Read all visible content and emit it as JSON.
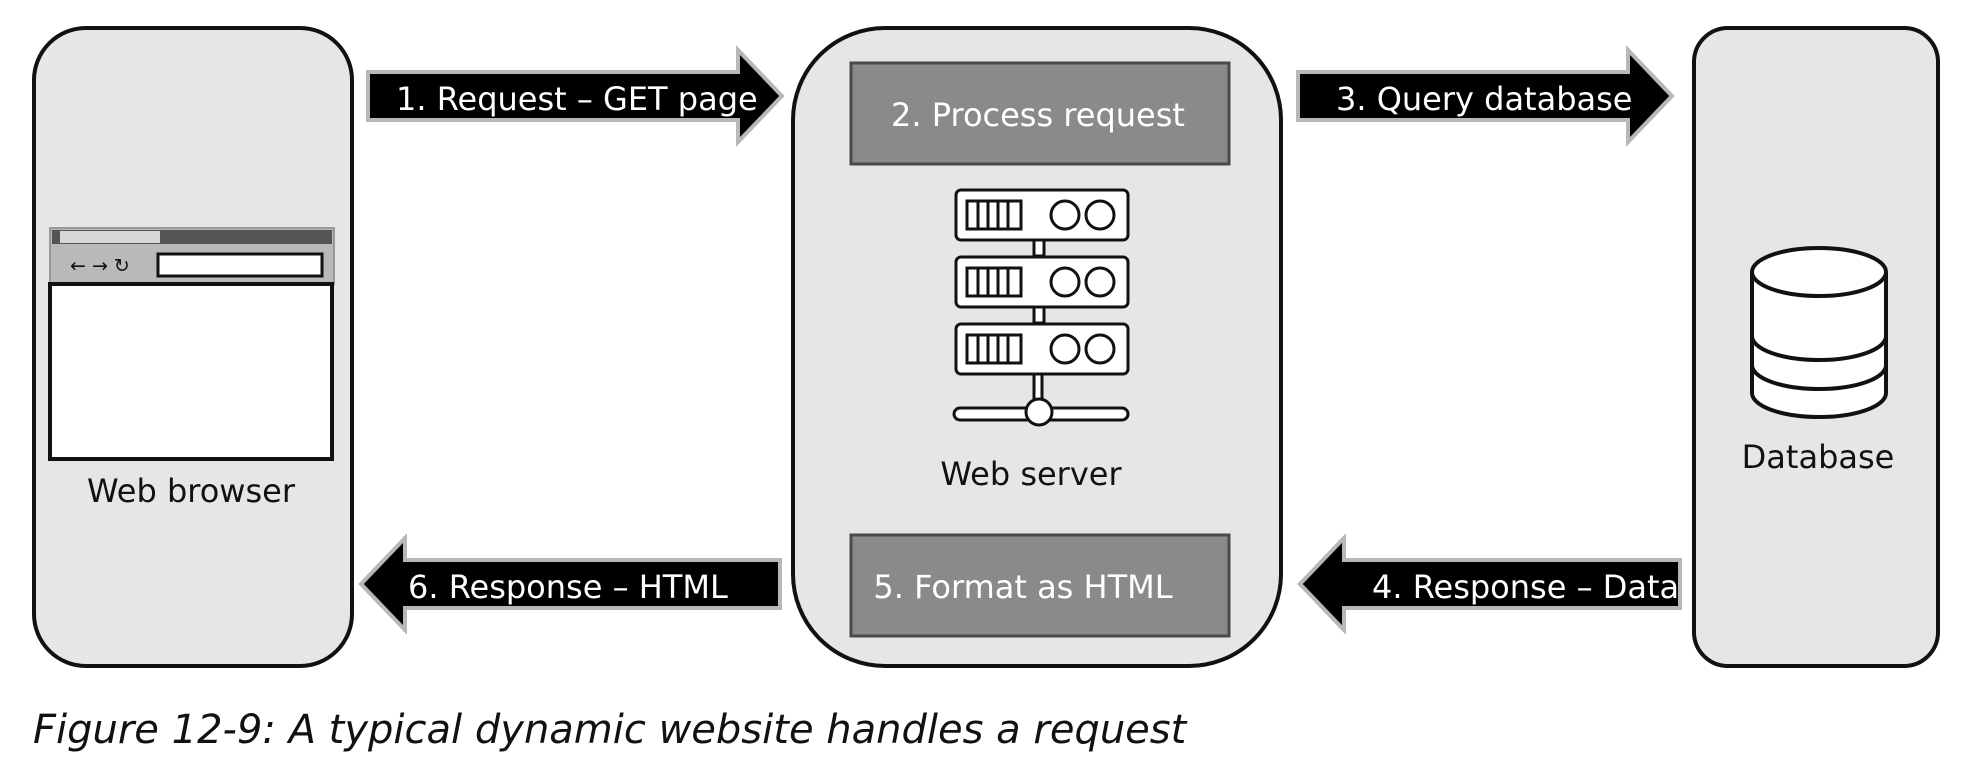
{
  "nodes": {
    "browser": {
      "label": "Web browser"
    },
    "server": {
      "label": "Web server"
    },
    "database": {
      "label": "Database"
    }
  },
  "steps": {
    "process": {
      "label": "2. Process request"
    },
    "format": {
      "label": "5. Format as HTML"
    }
  },
  "arrows": {
    "request": {
      "label": "1. Request – GET page"
    },
    "query": {
      "label": "3. Query database"
    },
    "data_response": {
      "label": "4. Response – Data"
    },
    "html_response": {
      "label": "6. Response – HTML"
    }
  },
  "caption": "Figure 12-9: A typical dynamic website handles a request",
  "colors": {
    "panel": "#e6e6e8",
    "outline": "#111111",
    "arrow": "#000000",
    "arrow_edge": "#b8b8b8",
    "step_box": "#8a8a8c",
    "step_edge": "#4a4a4a"
  }
}
